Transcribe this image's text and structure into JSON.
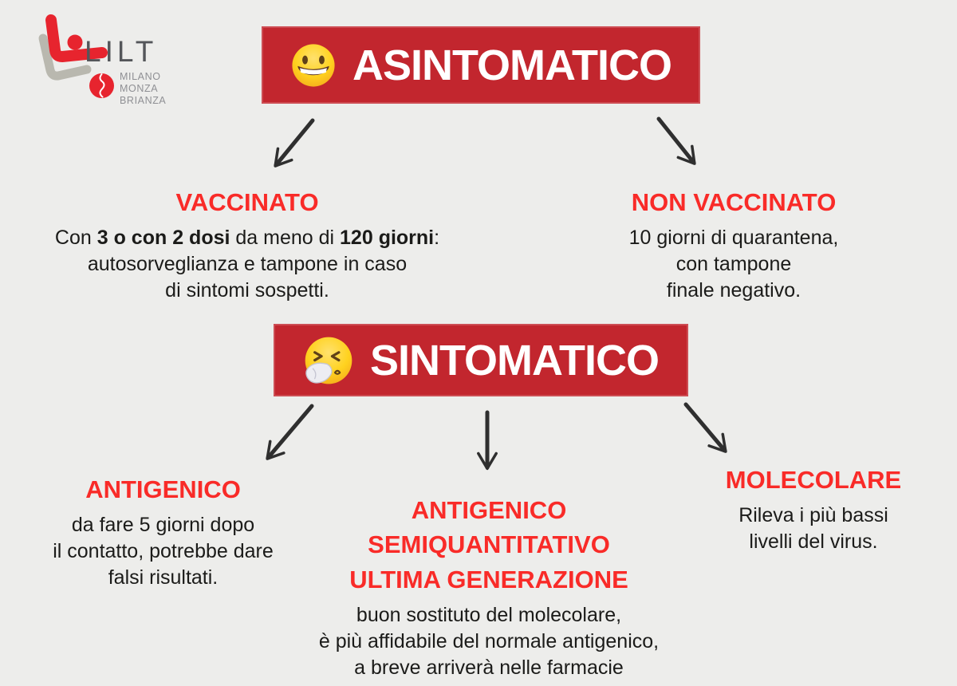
{
  "colors": {
    "background": "#EDEDEB",
    "banner_red": "#C2262E",
    "heading_red": "#F92B28",
    "body_text": "#1B1B19",
    "arrow": "#2F2F2F",
    "logo_red": "#E7242E",
    "logo_gray": "#B9B8AF",
    "brand_gray": "#54565A"
  },
  "logo": {
    "brand": "LILT",
    "region_lines": [
      "MILANO",
      "MONZA",
      "BRIANZA"
    ]
  },
  "flow": {
    "asintomatico": {
      "banner": "ASINTOMATICO",
      "icon": "grinning-face-emoji",
      "branches": {
        "vaccinato": {
          "title_lines": [
            "VACCINATO"
          ],
          "body": [
            [
              [
                "Con ",
                0
              ],
              [
                "3 o con 2 dosi",
                1
              ],
              [
                " da meno di ",
                0
              ],
              [
                "120 giorni",
                1
              ],
              [
                ":",
                0
              ]
            ],
            [
              [
                "autosorveglianza e tampone in caso",
                0
              ]
            ],
            [
              [
                "di sintomi sospetti.",
                0
              ]
            ]
          ]
        },
        "non_vaccinato": {
          "title_lines": [
            "NON VACCINATO"
          ],
          "body": [
            [
              [
                "10 giorni di quarantena,",
                0
              ]
            ],
            [
              [
                "con tampone",
                0
              ]
            ],
            [
              [
                "finale negativo.",
                0
              ]
            ]
          ]
        }
      }
    },
    "sintomatico": {
      "banner": "SINTOMATICO",
      "icon": "sneezing-face-emoji",
      "branches": {
        "antigenico": {
          "title_lines": [
            "ANTIGENICO"
          ],
          "body": [
            [
              [
                "da fare 5 giorni dopo",
                0
              ]
            ],
            [
              [
                "il contatto, potrebbe dare",
                0
              ]
            ],
            [
              [
                "falsi risultati.",
                0
              ]
            ]
          ]
        },
        "antigenico_semiquantitativo": {
          "title_lines": [
            "ANTIGENICO",
            "SEMIQUANTITATIVO",
            "ULTIMA GENERAZIONE"
          ],
          "body": [
            [
              [
                "buon sostituto del molecolare,",
                0
              ]
            ],
            [
              [
                "è più affidabile del normale antigenico,",
                0
              ]
            ],
            [
              [
                "a breve arriverà nelle farmacie",
                0
              ]
            ]
          ]
        },
        "molecolare": {
          "title_lines": [
            "MOLECOLARE"
          ],
          "body": [
            [
              [
                "Rileva i più bassi",
                0
              ]
            ],
            [
              [
                "livelli del virus.",
                0
              ]
            ]
          ]
        }
      }
    }
  }
}
